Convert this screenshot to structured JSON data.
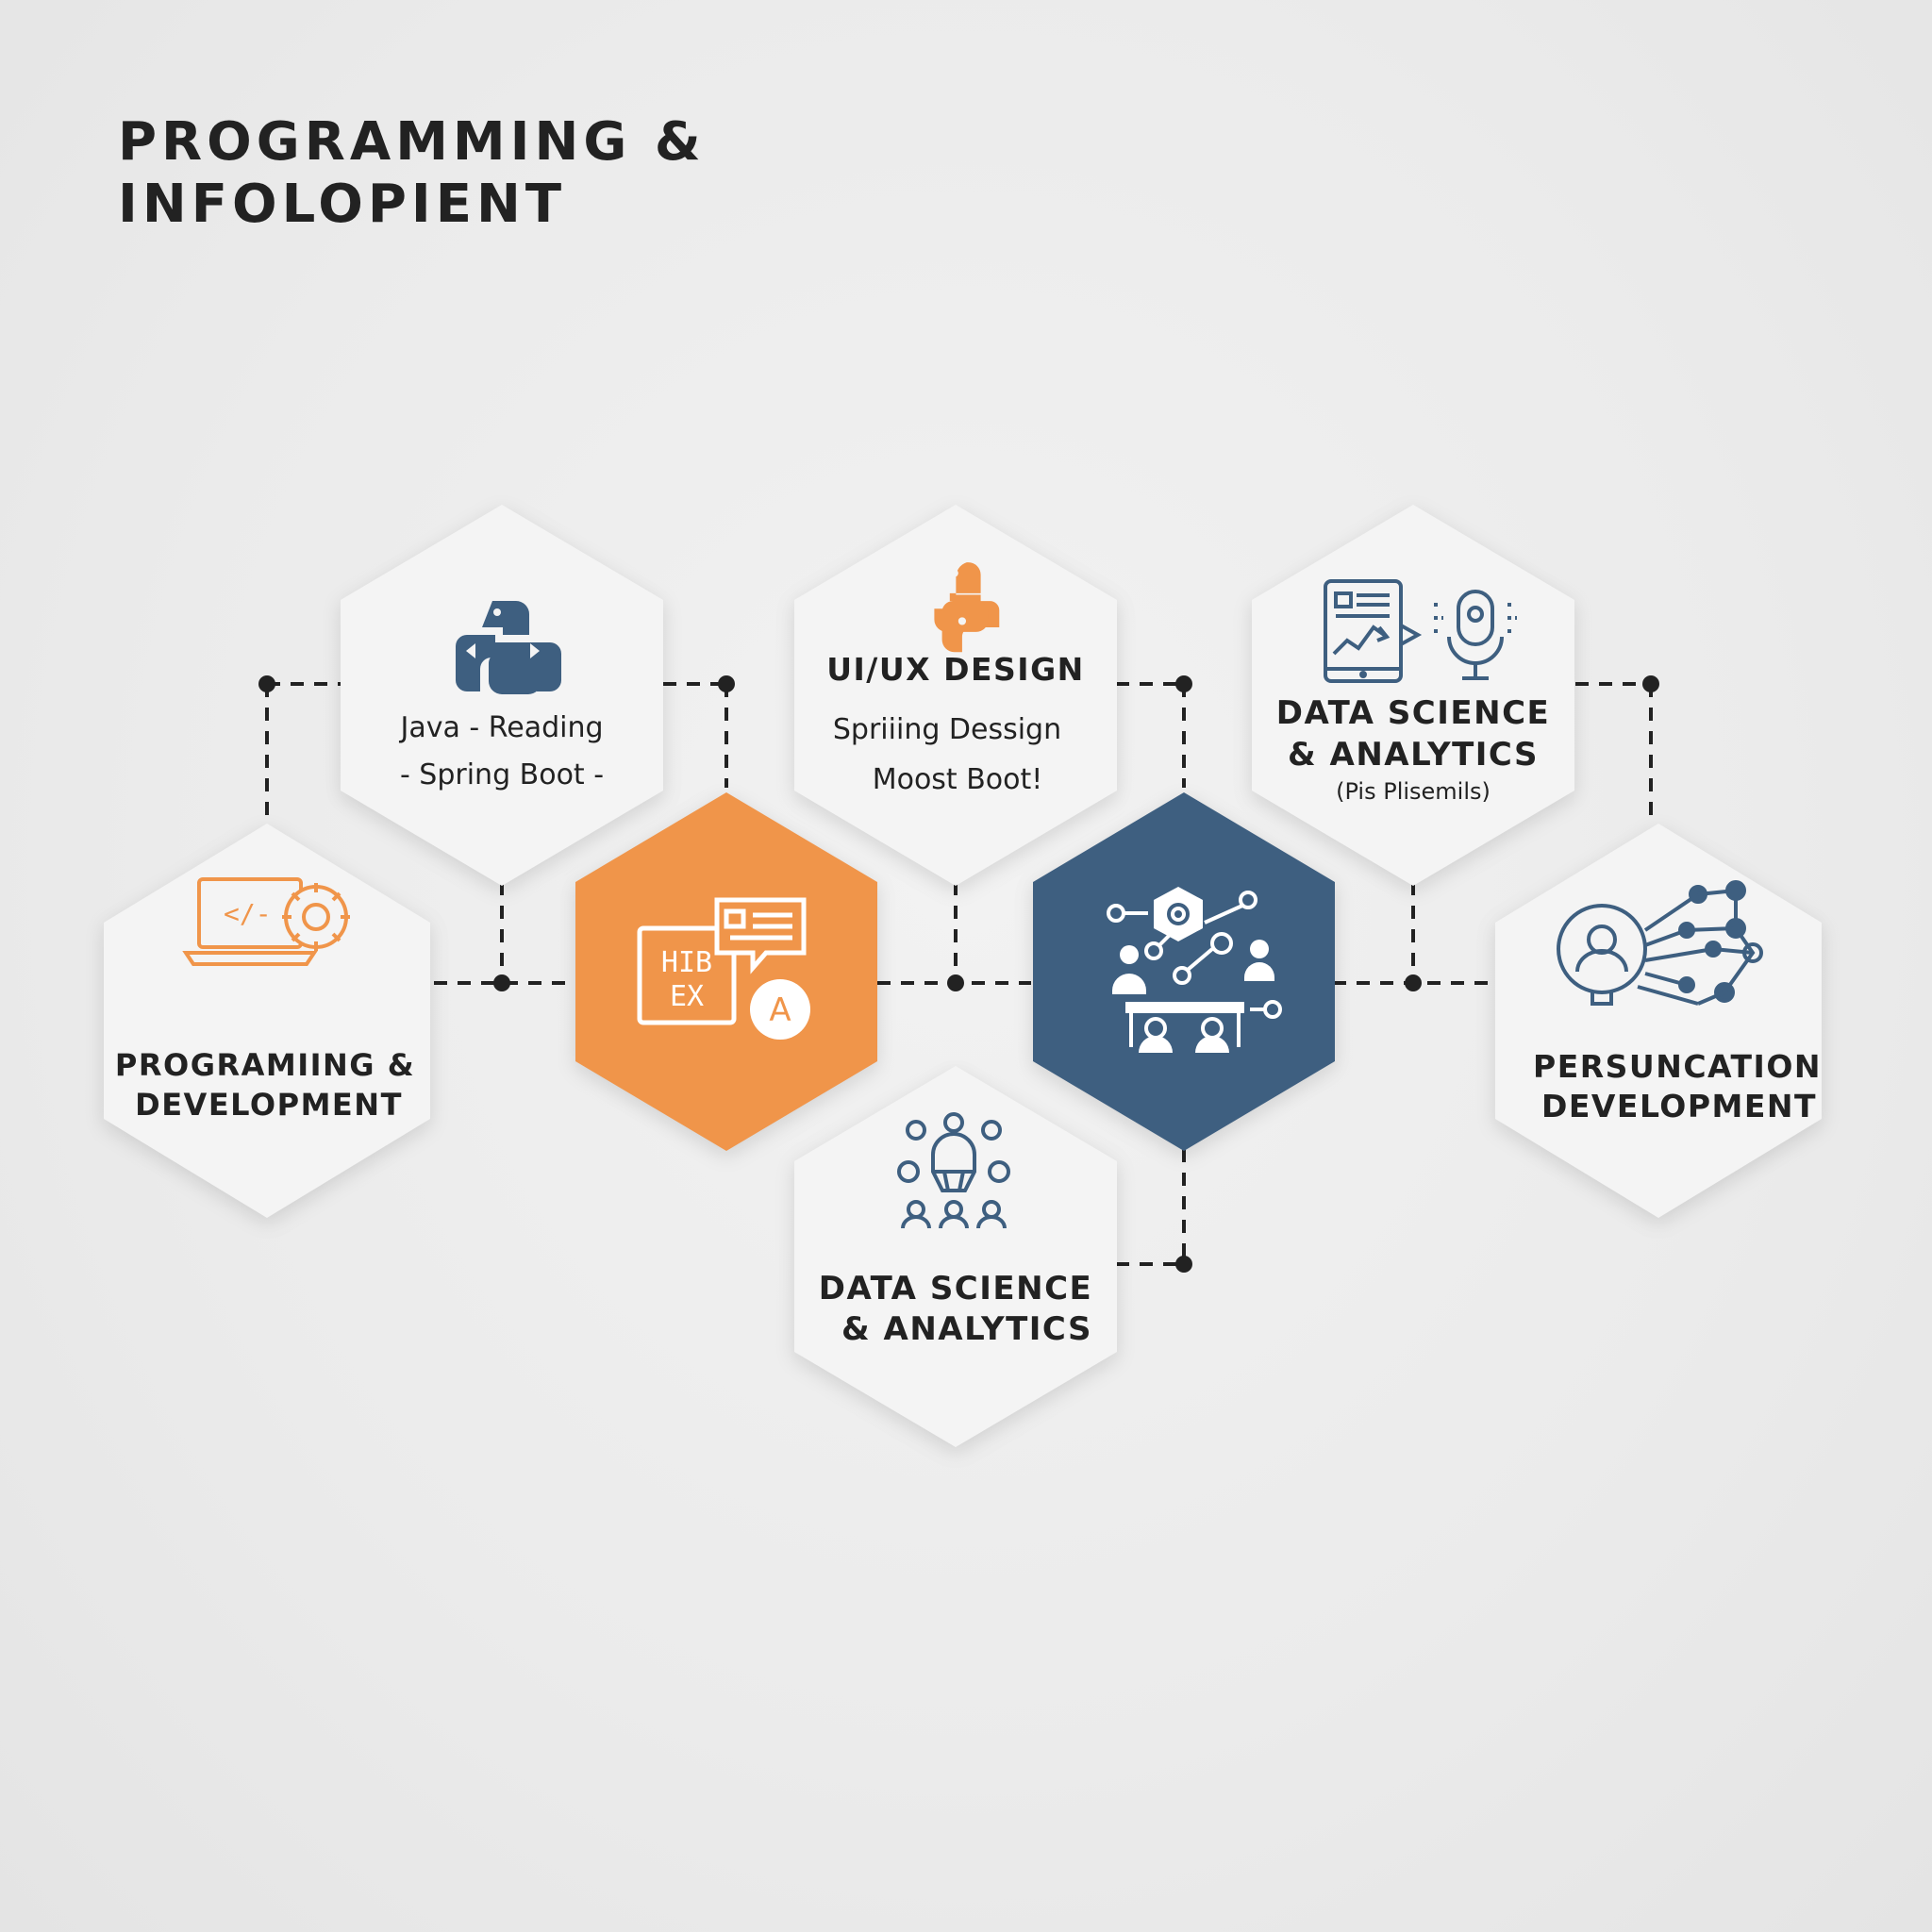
{
  "title": {
    "line1": "PROGRAMMING &",
    "line2": "INFOLOPIENT"
  },
  "colors": {
    "orange": "#f0954a",
    "navy": "#3e5f80",
    "hex_light": "#f4f4f4",
    "text": "#222222",
    "connector": "#222222"
  },
  "nodes": {
    "java": {
      "line1": "Java - Reading",
      "line2": "- Spring Boot -",
      "icon": "python-logo-icon"
    },
    "uiux": {
      "heading": "UI/UX DESIGN",
      "line1": "Spriiing Dessign",
      "line2": "Moost Boot!",
      "icon": "python-logo-icon"
    },
    "data_top": {
      "line1": "DATA SCIENCE",
      "line2": "& ANALYTICS",
      "line3": "(Pis Plisemils)",
      "icon": "tablet-chart-microphone-icon"
    },
    "programming": {
      "line1": "PROGRAMIING &",
      "line2": "DEVELOPMENT",
      "icon": "laptop-code-gear-icon"
    },
    "language": {
      "icon": "language-chat-icon",
      "badge": "A",
      "box_top": "HIB",
      "box_bottom": "EX"
    },
    "teamwork": {
      "icon": "team-network-icon"
    },
    "persuncation": {
      "line1": "PERSUNCATION",
      "line2": "DEVELOPMENT",
      "icon": "person-network-icon"
    },
    "data_bottom": {
      "line1": "DATA SCIENCE",
      "line2": "& ANALYTICS",
      "icon": "people-network-icon"
    }
  }
}
